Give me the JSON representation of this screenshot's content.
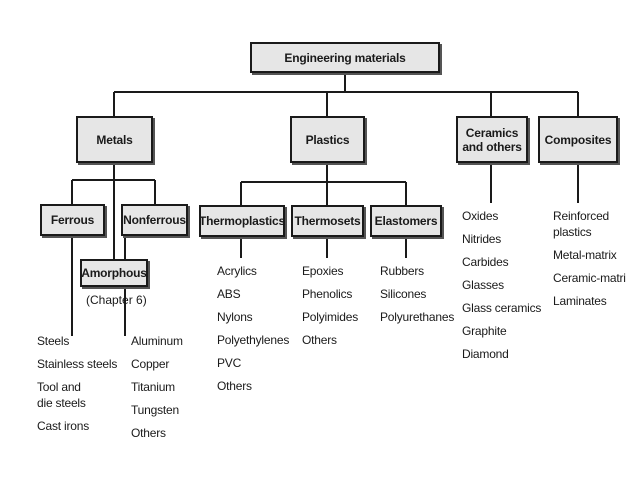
{
  "colors": {
    "line": "#1a1a1a",
    "box_fill": "#e6e6e6",
    "box_shadow": "#555555"
  },
  "root": "Engineering materials",
  "categories": {
    "metals": "Metals",
    "plastics": "Plastics",
    "ceramics": [
      "Ceramics",
      "and others"
    ],
    "composites": "Composites"
  },
  "metals": {
    "ferrous": "Ferrous",
    "nonferrous": "Nonferrous",
    "amorphous": "Amorphous",
    "amorphous_note": "(Chapter 6)",
    "ferrous_items": [
      "Steels",
      "Stainless steels",
      "Tool and",
      "die steels",
      "Cast irons"
    ],
    "nonferrous_items": [
      "Aluminum",
      "Copper",
      "Titanium",
      "Tungsten",
      "Others"
    ]
  },
  "plastics": {
    "thermoplastics": "Thermoplastics",
    "thermosets": "Thermosets",
    "elastomers": "Elastomers",
    "thermoplastics_items": [
      "Acrylics",
      "ABS",
      "Nylons",
      "Polyethylenes",
      "PVC",
      "Others"
    ],
    "thermosets_items": [
      "Epoxies",
      "Phenolics",
      "Polyimides",
      "Others"
    ],
    "elastomers_items": [
      "Rubbers",
      "Silicones",
      "Polyurethanes"
    ]
  },
  "ceramics_items": [
    "Oxides",
    "Nitrides",
    "Carbides",
    "Glasses",
    "Glass ceramics",
    "Graphite",
    "Diamond"
  ],
  "composites_items": [
    "Reinforced",
    "plastics",
    "Metal-matrix",
    "Ceramic-matri",
    "Laminates"
  ]
}
